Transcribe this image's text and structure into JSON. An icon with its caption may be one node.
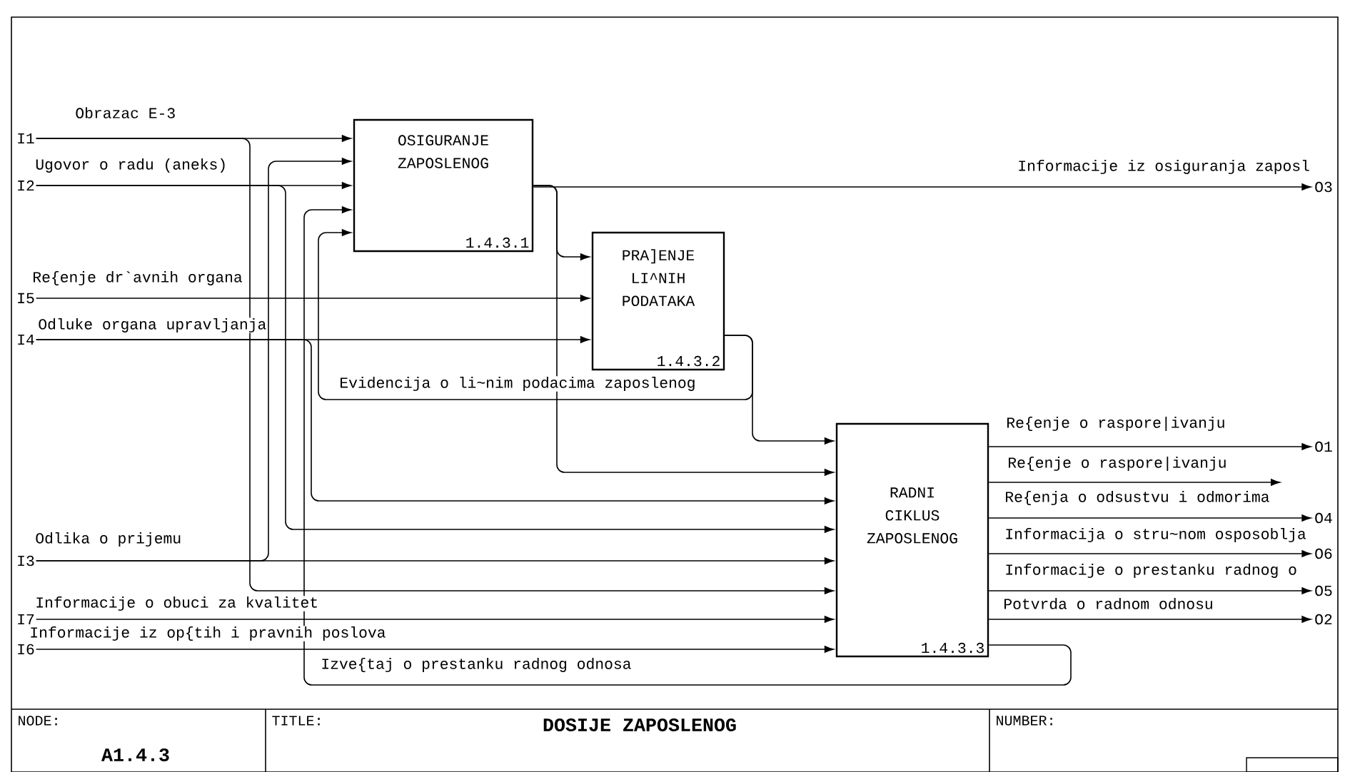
{
  "diagram": {
    "title": "DOSIJE ZAPOSLENOG",
    "nodes": [
      {
        "text": [
          "OSIGURANJE ZAPOSLENOG",
          "1.4.3.1"
        ]
      },
      {
        "text": [
          "PRA]ENJE LI^NIH PODATAKA",
          "1.4.3.2"
        ]
      },
      {
        "text": [
          "RADNI CIKLUS ZAPOSLENOG",
          "1.4.3.3"
        ]
      },
      {
        "text": [
          "I1"
        ]
      },
      {
        "text": [
          "I2"
        ]
      },
      {
        "text": [
          "I5"
        ]
      },
      {
        "text": [
          "I4"
        ]
      },
      {
        "text": [
          "I3"
        ]
      },
      {
        "text": [
          "I7"
        ]
      },
      {
        "text": [
          "I6"
        ]
      },
      {
        "text": [
          "O3"
        ]
      },
      {
        "text": [
          "O1"
        ]
      },
      {
        "text": [
          "O4"
        ]
      },
      {
        "text": [
          "O6"
        ]
      },
      {
        "text": [
          "O5"
        ]
      },
      {
        "text": [
          "O2"
        ]
      }
    ],
    "edges": [
      {
        "from": 3,
        "to": 0,
        "arrow": "to",
        "label": "Obrazac E-3"
      },
      {
        "from": 3,
        "to": 2,
        "arrow": "to"
      },
      {
        "from": 4,
        "to": 0,
        "arrow": "to",
        "label": "Ugovor o radu (aneks)"
      },
      {
        "from": 4,
        "to": 2,
        "arrow": "to"
      },
      {
        "from": 5,
        "to": 1,
        "arrow": "to",
        "label": "Re{enje dr`avnih organa"
      },
      {
        "from": 6,
        "to": 1,
        "arrow": "to",
        "label": "Odluke organa upravljanja"
      },
      {
        "from": 6,
        "to": 2,
        "arrow": "to"
      },
      {
        "from": 7,
        "to": 2,
        "arrow": "to",
        "label": "Odlika o prijemu"
      },
      {
        "from": 7,
        "to": 0,
        "arrow": "to"
      },
      {
        "from": 8,
        "to": 2,
        "arrow": "to",
        "label": "Informacije o obuci za kvalitet"
      },
      {
        "from": 9,
        "to": 2,
        "arrow": "to",
        "label": "Informacije iz op{tih i pravnih poslova"
      },
      {
        "from": 0,
        "to": 10,
        "arrow": "to",
        "label": "Informacije iz osiguranja zaposl"
      },
      {
        "from": 0,
        "to": 1,
        "arrow": "to"
      },
      {
        "from": 0,
        "to": 2,
        "arrow": "to"
      },
      {
        "from": 1,
        "to": 0,
        "arrow": "to",
        "label": "Evidencija o li~nim podacima zaposlenog"
      },
      {
        "from": 1,
        "to": 2,
        "arrow": "to"
      },
      {
        "from": 2,
        "to": 0,
        "arrow": "to",
        "label": "Izve{taj o prestanku radnog odnosa"
      },
      {
        "from": 2,
        "to": 11,
        "arrow": "to",
        "label": "Re{enje o raspore|ivanju"
      },
      {
        "from": 2,
        "to": null,
        "arrow": "to",
        "label": "Re{enje o raspore|ivanju"
      },
      {
        "from": 2,
        "to": 12,
        "arrow": "to",
        "label": "Re{enja o odsustvu i odmorima"
      },
      {
        "from": 2,
        "to": 13,
        "arrow": "to",
        "label": "Informacija o stru~nom osposoblja"
      },
      {
        "from": 2,
        "to": 14,
        "arrow": "to",
        "label": "Informacije o prestanku radnog o"
      },
      {
        "from": 2,
        "to": 15,
        "arrow": "to",
        "label": "Potvrda o radnom odnosu"
      }
    ],
    "labels": [
      "NODE:",
      "TITLE:",
      "NUMBER:",
      "A1.4.3"
    ]
  }
}
